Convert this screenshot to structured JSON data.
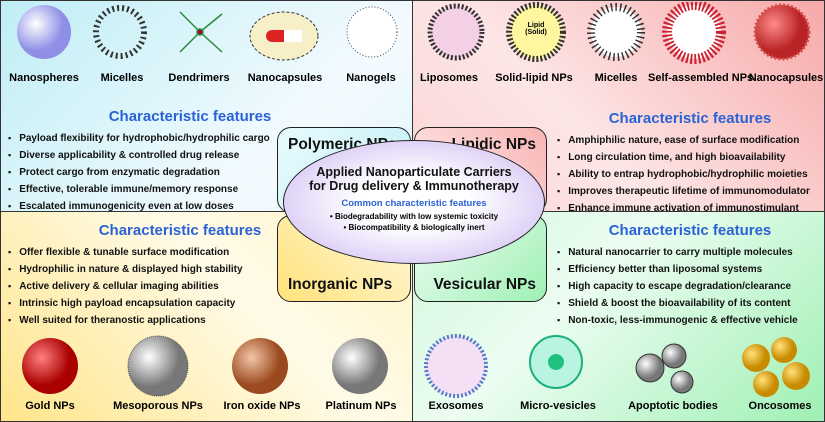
{
  "center": {
    "title_line1": "Applied Nanoparticulate Carriers",
    "title_line2": "for Drug delivery & Immunotherapy",
    "common_heading": "Common characteristic features",
    "common": [
      "Biodegradability with low systemic toxicity",
      "Biocompatibility & biologically inert"
    ]
  },
  "polymeric": {
    "name": "Polymeric NPs",
    "heading": "Characteristic features",
    "types": [
      "Nanospheres",
      "Micelles",
      "Dendrimers",
      "Nanocapsules",
      "Nanogels"
    ],
    "features": [
      "Payload flexibility for hydrophobic/hydrophilic cargo",
      "Diverse applicability & controlled drug release",
      "Protect cargo from enzymatic degradation",
      "Effective, tolerable immune/memory response",
      "Escalated immunogenicity even at low doses"
    ]
  },
  "lipidic": {
    "name": "Lipidic NPs",
    "heading": "Characteristic features",
    "types": [
      "Liposomes",
      "Solid-lipid NPs",
      "Micelles",
      "Self-assembled NPs",
      "Nanocapsules"
    ],
    "sln_icon_text": "Lipid (Solid)",
    "features": [
      "Amphiphilic nature, ease of surface modification",
      "Long circulation time, and high bioavailability",
      "Ability to entrap hydrophobic/hydrophilic moieties",
      "Improves therapeutic lifetime of immunomodulator",
      "Enhance immune activation of immunostimulant"
    ]
  },
  "inorganic": {
    "name": "Inorganic NPs",
    "heading": "Characteristic features",
    "types": [
      "Gold NPs",
      "Mesoporous NPs",
      "Iron oxide NPs",
      "Platinum NPs"
    ],
    "features": [
      "Offer flexible & tunable surface modification",
      "Hydrophilic in nature & displayed high stability",
      "Active delivery & cellular imaging abilities",
      "Intrinsic high payload encapsulation capacity",
      "Well suited for theranostic applications"
    ]
  },
  "vesicular": {
    "name": "Vesicular NPs",
    "heading": "Characteristic features",
    "types": [
      "Exosomes",
      "Micro-vesicles",
      "Apoptotic bodies",
      "Oncosomes"
    ],
    "features": [
      "Natural nanocarrier to carry multiple molecules",
      "Efficiency better than liposomal systems",
      "High capacity to escape degradation/clearance",
      "Shield & boost the bioavailability of its content",
      "Non-toxic, less-immunogenic & effective vehicle"
    ]
  }
}
